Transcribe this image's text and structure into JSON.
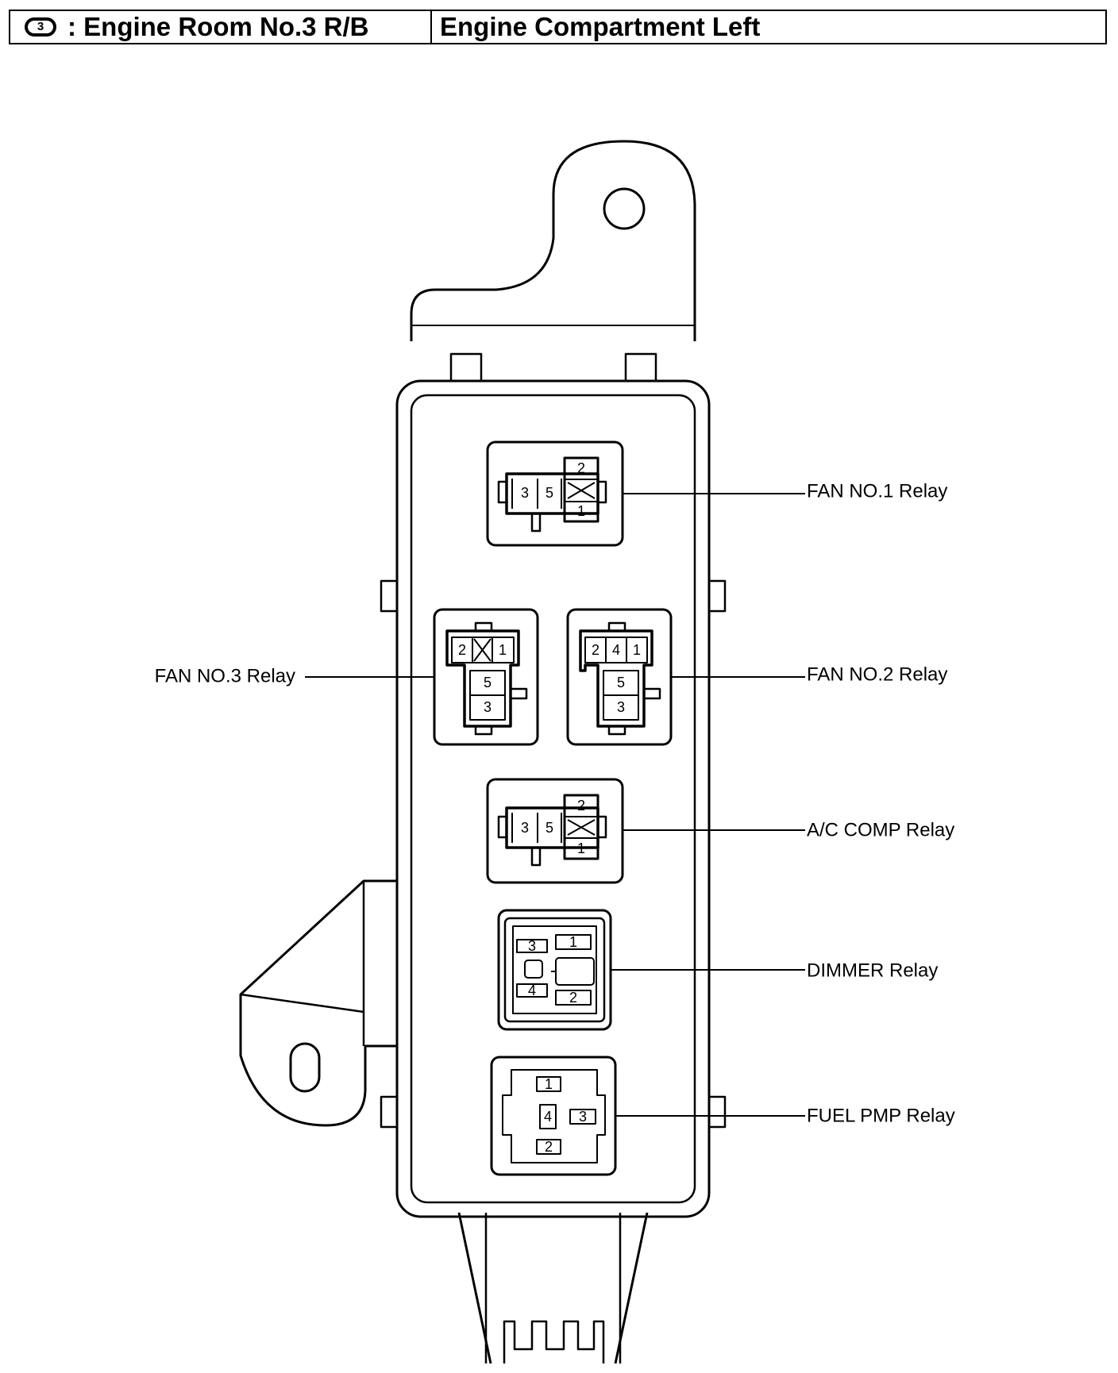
{
  "header": {
    "badge": "3",
    "title": ": Engine Room No.3 R/B",
    "location": "Engine Compartment Left"
  },
  "relays": {
    "fan1": {
      "label": "FAN NO.1 Relay",
      "pins": [
        "3",
        "5",
        "2",
        "1"
      ]
    },
    "fan3": {
      "label": "FAN NO.3 Relay",
      "pins": [
        "2",
        "1",
        "5",
        "3"
      ]
    },
    "fan2": {
      "label": "FAN NO.2 Relay",
      "pins": [
        "2",
        "4",
        "1",
        "5",
        "3"
      ]
    },
    "ac": {
      "label": "A/C COMP Relay",
      "pins": [
        "3",
        "5",
        "2",
        "1"
      ]
    },
    "dimmer": {
      "label": "DIMMER Relay",
      "pins": [
        "1",
        "3",
        "4",
        "2"
      ]
    },
    "fuel": {
      "label": "FUEL PMP Relay",
      "pins": [
        "1",
        "4",
        "3",
        "2"
      ]
    }
  }
}
